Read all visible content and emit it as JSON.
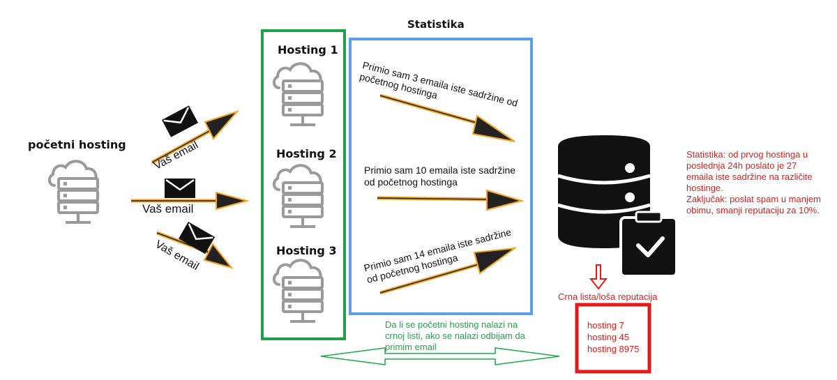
{
  "source": {
    "title": "početni hosting",
    "email_label": "Vaš email"
  },
  "hostings": [
    {
      "title": "Hosting 1"
    },
    {
      "title": "Hosting 2"
    },
    {
      "title": "Hosting 3"
    }
  ],
  "statistics": {
    "title": "Statistika",
    "messages": [
      "Primio sam 3 emaila iste sadržine od početnog hostinga",
      "Primio sam 10 emaila iste sadržine od početnog hostinga",
      "Primio sam 14 emaila iste sadržine od početnog hostinga"
    ]
  },
  "analysis": {
    "line1": "Statistika: od prvog hostinga u",
    "line2": "poslednja 24h poslato je 27",
    "line3": "emaila iste sadržine na različite",
    "line4": "hostinge.",
    "line5": "Zaključak: poslat spam u manjem",
    "line6": "obimu, smanji reputaciju za 10%."
  },
  "blacklist": {
    "label": "Crna lista/loša reputacija",
    "entries": [
      "hosting 7",
      "hosting 45",
      "hosting 8975"
    ]
  },
  "check": {
    "line1": "Da li se početni hosting nalazi na",
    "line2": "crnoj listi, ako se nalazi odbijam da",
    "line3": "primim email"
  },
  "colors": {
    "green_box": "#1fa04b",
    "blue_box": "#5b9fe6",
    "red": "#e51b1b",
    "arrow_outline": "#f3a51c",
    "server_gray": "#9a9a9a"
  }
}
